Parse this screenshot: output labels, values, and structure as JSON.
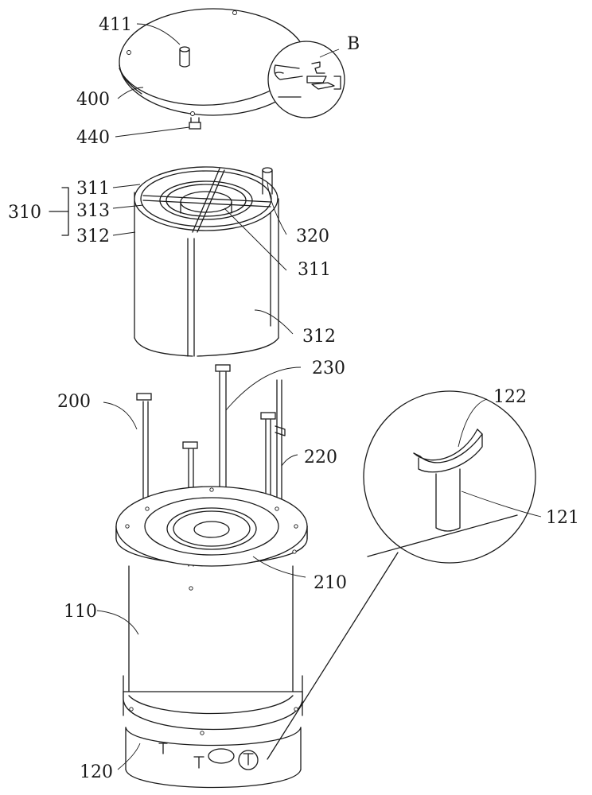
{
  "labels": {
    "l411": "411",
    "l400": "400",
    "l440": "440",
    "lB": "B",
    "l311a": "311",
    "l310": "310",
    "l313": "313",
    "l312a": "312",
    "l320": "320",
    "l311b": "311",
    "l312b": "312",
    "l230": "230",
    "l200": "200",
    "l220": "220",
    "l122": "122",
    "l121": "121",
    "l210": "210",
    "l110": "110",
    "l120": "120"
  }
}
